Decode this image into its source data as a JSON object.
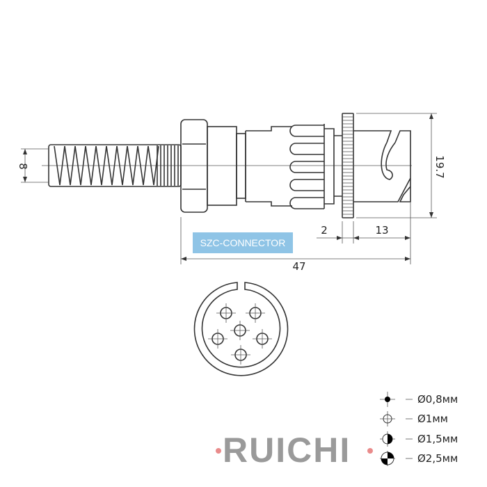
{
  "drawing": {
    "dimensions": {
      "spring_diameter": "8",
      "flange_height": "19.7",
      "flange_thickness": "2",
      "front_length": "13",
      "total_length": "47"
    },
    "label": "SZC-CONNECTOR",
    "front_view": {
      "pin_count": 6
    }
  },
  "legend": [
    {
      "icon": "filled-dot-icon",
      "text": "Ø0,8мм"
    },
    {
      "icon": "open-circle-icon",
      "text": "Ø1мм"
    },
    {
      "icon": "half-filled-circle-icon",
      "text": "Ø1,5мм"
    },
    {
      "icon": "quarter-filled-circle-icon",
      "text": "Ø2,5мм"
    }
  ],
  "watermark": "RUICHI",
  "colors": {
    "label_bg": "#8fc4e6",
    "watermark": "#9a9a9a",
    "watermark_dots": "#e05a5a"
  }
}
